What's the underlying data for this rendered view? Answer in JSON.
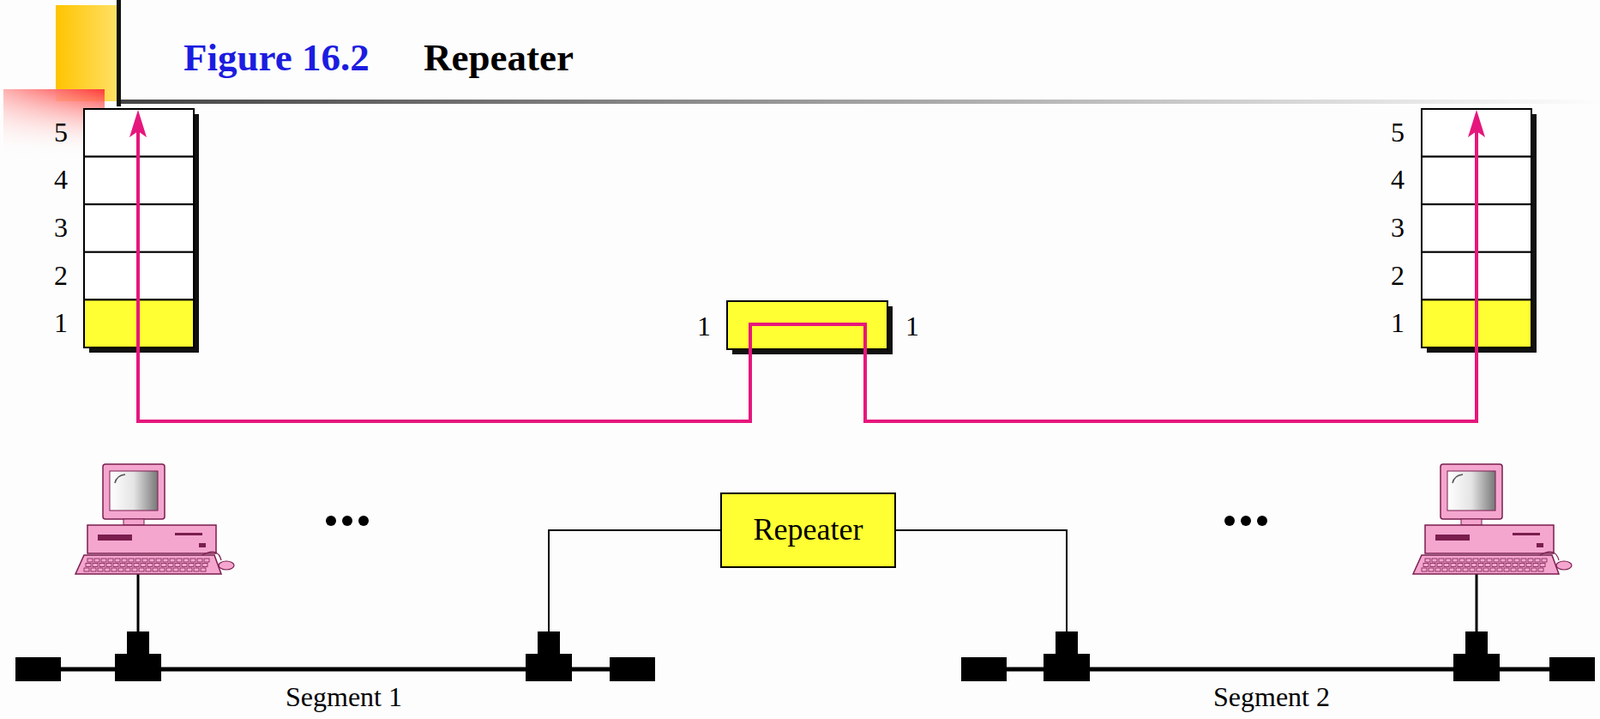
{
  "diagram": {
    "title": "Repeater",
    "nodes": [
      {
        "text": [
          "Repeater"
        ]
      }
    ],
    "labels": [
      "Figure 16.2",
      "5",
      "4",
      "3",
      "2",
      "1",
      "1",
      "1",
      "5",
      "4",
      "3",
      "2",
      "1",
      "Segment 1",
      "Segment 2"
    ]
  }
}
